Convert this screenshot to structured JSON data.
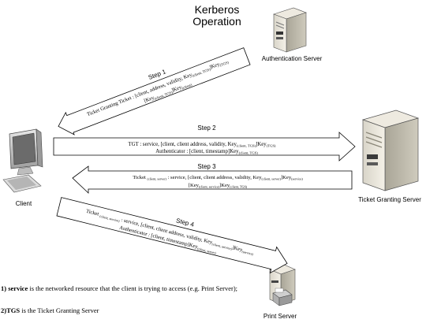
{
  "title": [
    "Kerberos",
    "Operation"
  ],
  "nodes": {
    "auth_server": "Authentication Server",
    "tgs": "Ticket Granting Server",
    "client": "Client",
    "print_server": "Print Server"
  },
  "steps": [
    {
      "label": "Step 1",
      "lines": [
        {
          "base": "Ticket Granting Ticket : [client, address, validity, Key",
          "sub": "(client, TGS)",
          "base2": "]Key",
          "sub2": "(TGS)"
        },
        {
          "base": "[Key",
          "sub": "(client, TGS)",
          "base2": "]Key",
          "sub2": "(client)"
        }
      ]
    },
    {
      "label": "Step 2",
      "lines": [
        {
          "base": "TGT : service, [client, client address, validity, Key",
          "sub": "(client, TGS)",
          "base2": "]Key",
          "sub2": "(TGS)"
        },
        {
          "base": "Authenticator : [client, timestamp]Key",
          "sub": "(client, TGS)",
          "base2": "",
          "sub2": ""
        }
      ]
    },
    {
      "label": "Step 3",
      "lines": [
        {
          "base": "Ticket ",
          "sub": "(client, server)",
          "base2": " : service, [client, client address, validity, Key",
          "sub2": "(client, server)",
          "base3": "]Key",
          "sub3": "(service)"
        },
        {
          "base": "[Key",
          "sub": "(client, service)",
          "base2": "]Key",
          "sub2": "(client, TGS)",
          "base3": "",
          "sub3": ""
        }
      ]
    },
    {
      "label": "Step 4",
      "lines": [
        {
          "base": "Ticket ",
          "sub": "(client, service)",
          "base2": " : service, [client, client address, validity, Key",
          "sub2": "(client, service)",
          "base3": "]Key",
          "sub3": "(service)"
        },
        {
          "base": "Authenticator : [client, timestamp]Key",
          "sub": "(client, server)",
          "base2": "",
          "sub2": "",
          "base3": "",
          "sub3": ""
        }
      ]
    }
  ],
  "notes": [
    {
      "num": "1)",
      "term": "service",
      "text": " is the networked resource that the client is trying to access  (e.g. Print Server);"
    },
    {
      "num": "2)",
      "term": "TGS",
      "text": " is the Ticket Granting Server"
    }
  ]
}
